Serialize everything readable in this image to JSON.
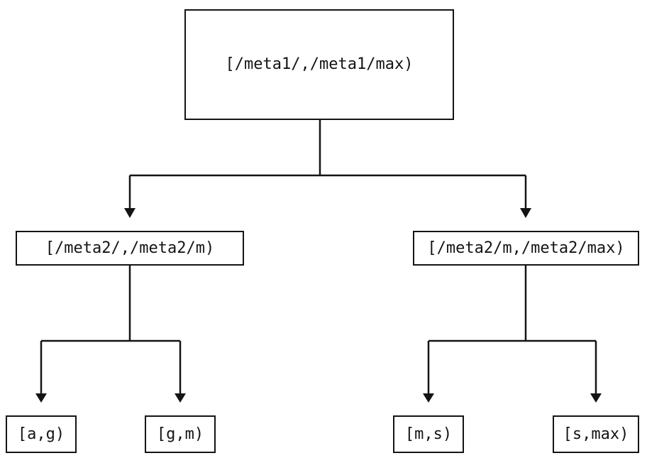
{
  "diagram": {
    "type": "tree",
    "colors": {
      "stroke": "#141414",
      "text": "#141414",
      "background": "#ffffff"
    },
    "nodes": {
      "root": {
        "label": "[/meta1/,/meta1/max)"
      },
      "left": {
        "label": "[/meta2/,/meta2/m)"
      },
      "right": {
        "label": "[/meta2/m,/meta2/max)"
      },
      "leaf_ag": {
        "label": "[a,g)"
      },
      "leaf_gm": {
        "label": "[g,m)"
      },
      "leaf_ms": {
        "label": "[m,s)"
      },
      "leaf_smax": {
        "label": "[s,max)"
      }
    },
    "edges": [
      {
        "from": "root",
        "to": "left"
      },
      {
        "from": "root",
        "to": "right"
      },
      {
        "from": "left",
        "to": "leaf_ag"
      },
      {
        "from": "left",
        "to": "leaf_gm"
      },
      {
        "from": "right",
        "to": "leaf_ms"
      },
      {
        "from": "right",
        "to": "leaf_smax"
      }
    ]
  }
}
